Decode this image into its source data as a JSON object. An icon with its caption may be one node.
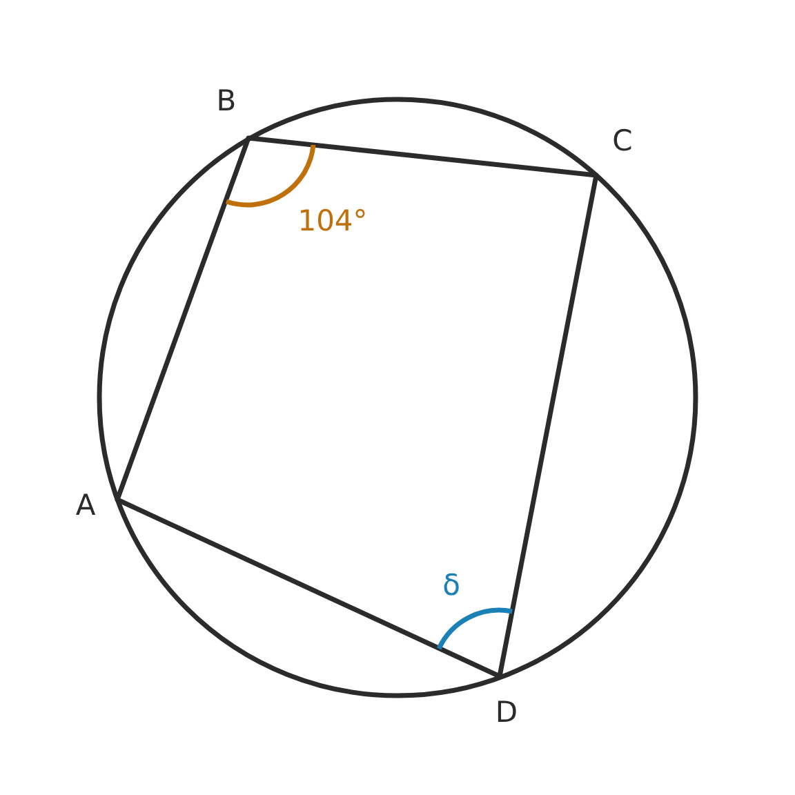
{
  "diagram": {
    "labels": [
      "B",
      "C",
      "104°",
      "A",
      "δ",
      "D"
    ]
  }
}
